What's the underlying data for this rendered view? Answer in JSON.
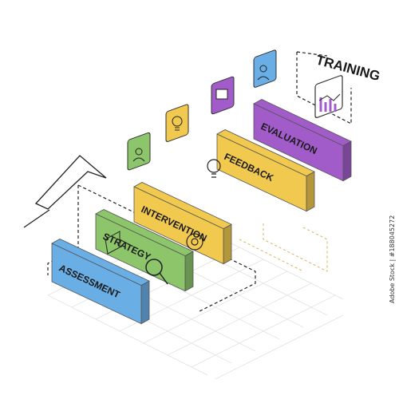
{
  "steps": [
    {
      "label": "ASSESSMENT",
      "color": "#6aaee6",
      "icon": "blueprint-icon"
    },
    {
      "label": "STRATEGY",
      "color": "#8cc56a",
      "icon": "gear-icon"
    },
    {
      "label": "INTERVENTION",
      "color": "#f1c94e",
      "icon": "lightbulb-icon"
    },
    {
      "label": "FEEDBACK",
      "color": "#f1c94e",
      "icon": "chat-icon"
    },
    {
      "label": "EVALUATION",
      "color": "#a15cc9",
      "icon": "chart-icon"
    }
  ],
  "top_label": "TRAINING",
  "icons": [
    "add-user-icon",
    "lightbulb-icon",
    "message-icon",
    "team-icon",
    "growth-chart-icon",
    "magnifier-icon"
  ],
  "side_text": "Adobe Stock | #188045272"
}
